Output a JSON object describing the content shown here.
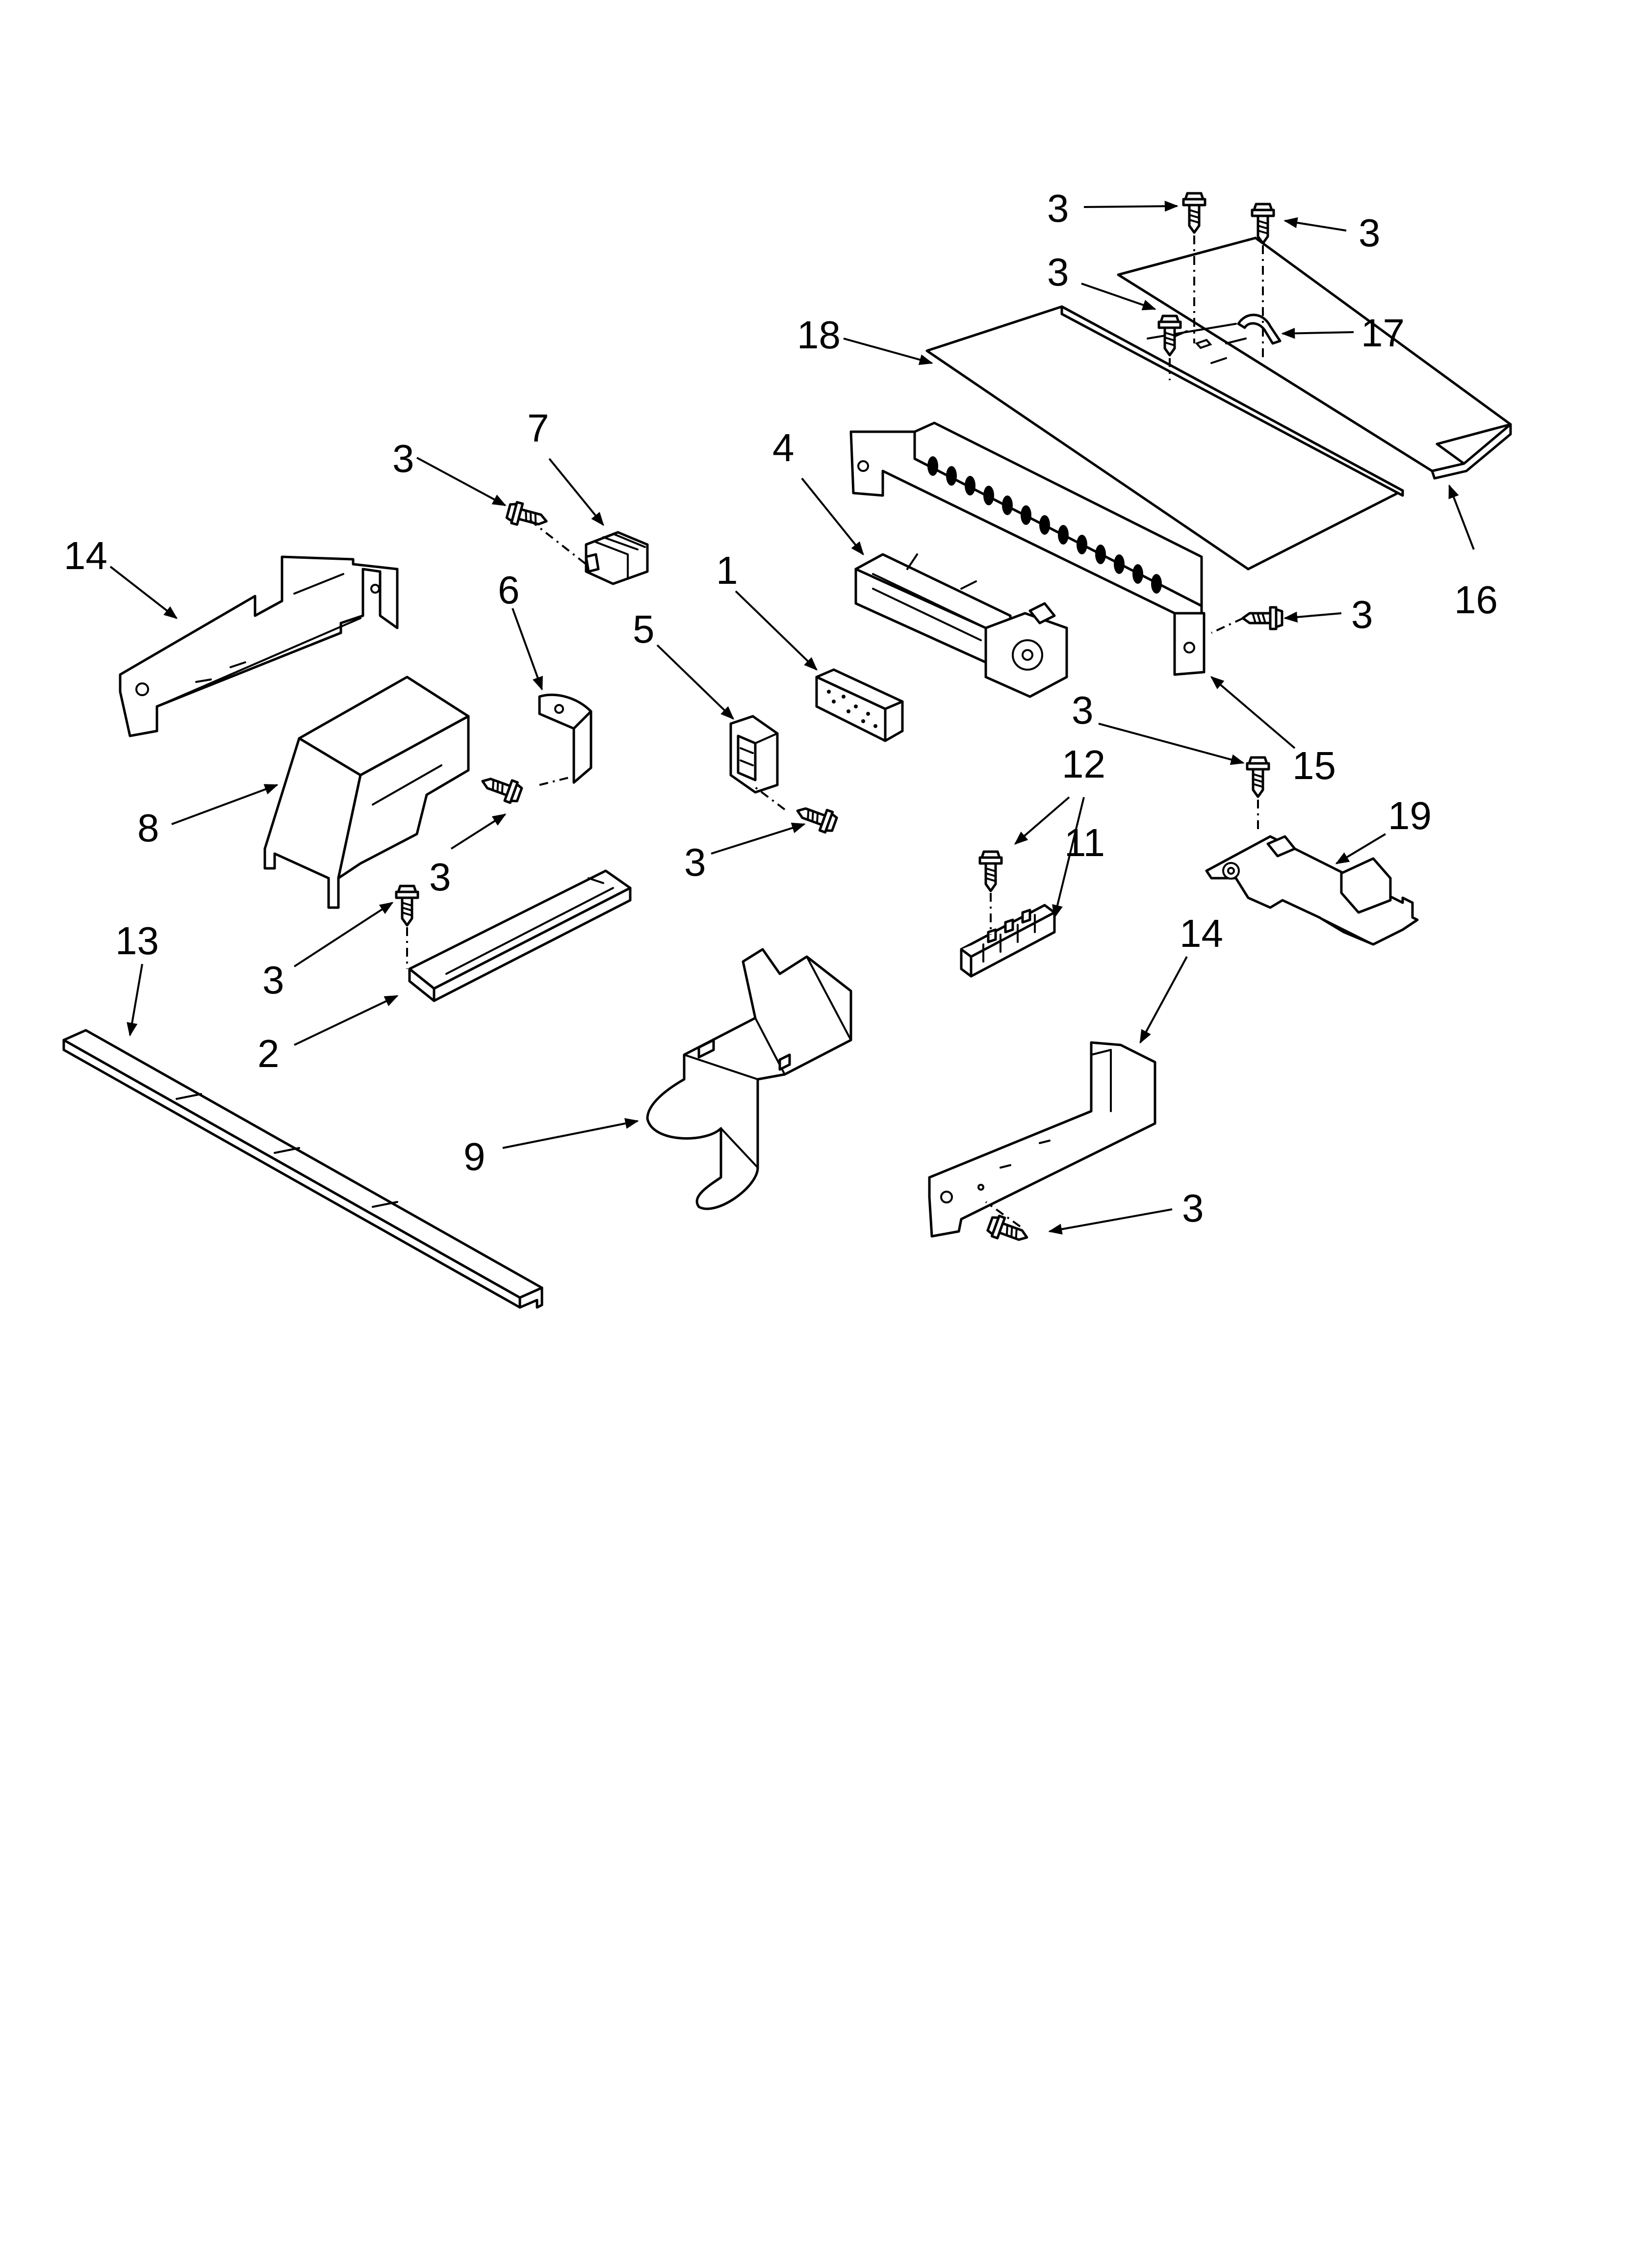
{
  "callouts": {
    "c1": "1",
    "c2": "2",
    "c3": "3",
    "c4": "4",
    "c5": "5",
    "c6": "6",
    "c7": "7",
    "c8": "8",
    "c9": "9",
    "c11": "11",
    "c12": "12",
    "c13": "13",
    "c14": "14",
    "c15": "15",
    "c16": "16",
    "c17": "17",
    "c18": "18",
    "c19": "19"
  },
  "colors": {
    "line": "#000000",
    "background": "#ffffff"
  }
}
